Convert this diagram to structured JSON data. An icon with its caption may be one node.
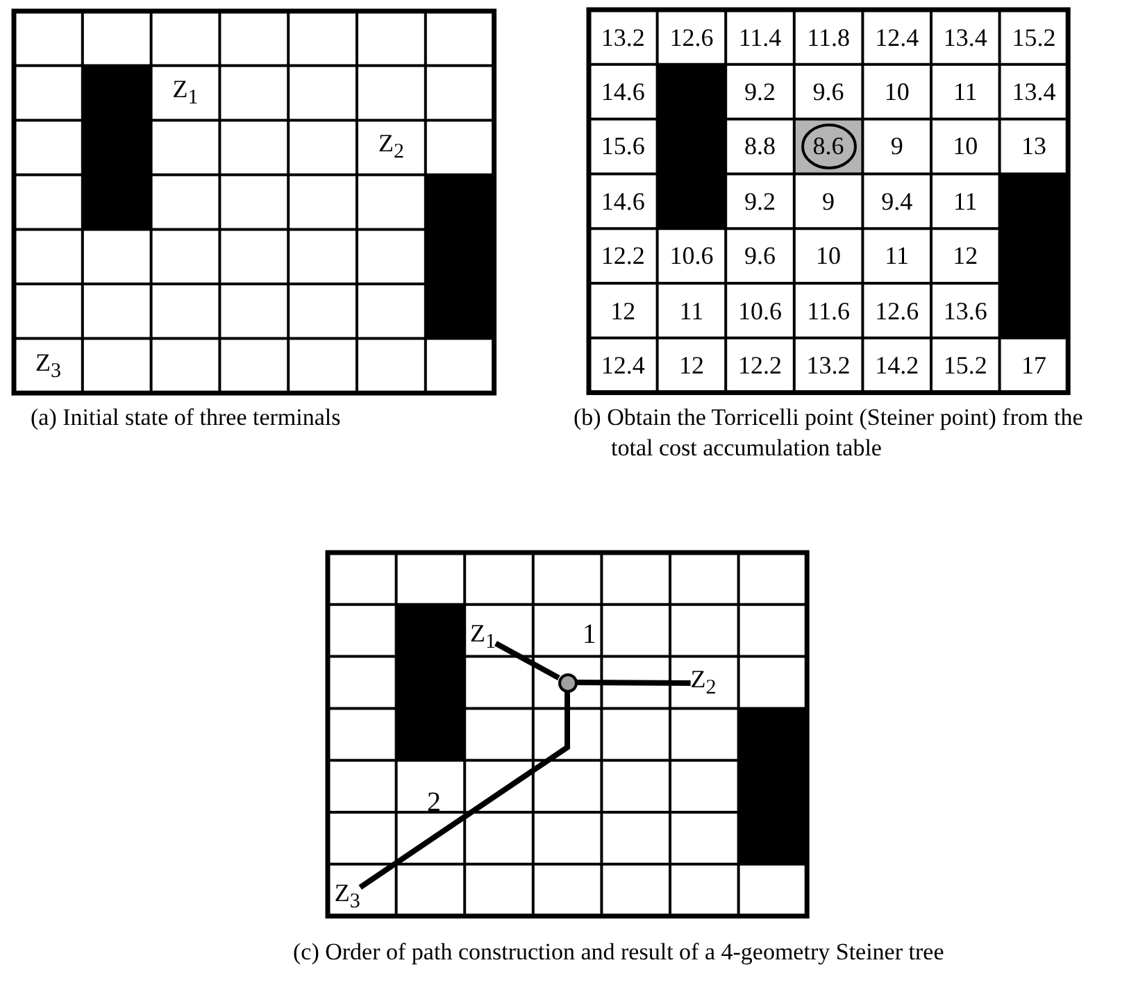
{
  "diagram": {
    "nodes": [
      {
        "text": [
          "8.6"
        ]
      },
      {
        "text": [
          "Z$_{1}$"
        ]
      },
      {
        "text": [
          "Z$_{2}$"
        ]
      },
      {
        "text": [
          "Z$_{3}$"
        ]
      },
      {
        "text": [],
        "shape": "circle"
      }
    ],
    "edges": [
      {
        "from": 1,
        "to": 4,
        "arrow": "none"
      },
      {
        "from": 2,
        "to": 4,
        "arrow": "none"
      },
      {
        "from": 3,
        "to": 4,
        "arrow": "none"
      }
    ],
    "labels": [
      "Z$_{1}$",
      "Z$_{2}$",
      "Z$_{3}$",
      "13.2",
      "12.6",
      "11.4",
      "11.8",
      "12.4",
      "13.4",
      "15.2",
      "14.6",
      "9.2",
      "9.6",
      "10",
      "11",
      "13.4",
      "15.6",
      "8.8",
      "9",
      "10",
      "13",
      "14.6",
      "9.2",
      "9",
      "9.4",
      "11",
      "12.2",
      "10.6",
      "9.6",
      "10",
      "11",
      "12",
      "12",
      "11",
      "10.6",
      "11.6",
      "12.6",
      "13.6",
      "12.4",
      "12",
      "12.2",
      "13.2",
      "14.2",
      "15.2",
      "17",
      "(a) Initial state of three terminals",
      "(b) Obtain the Torricelli point (Steiner point) from the total cost accumulation table",
      "(c) Order of path construction and  result of a 4-geometry Steiner tree",
      "1",
      "2"
    ]
  }
}
